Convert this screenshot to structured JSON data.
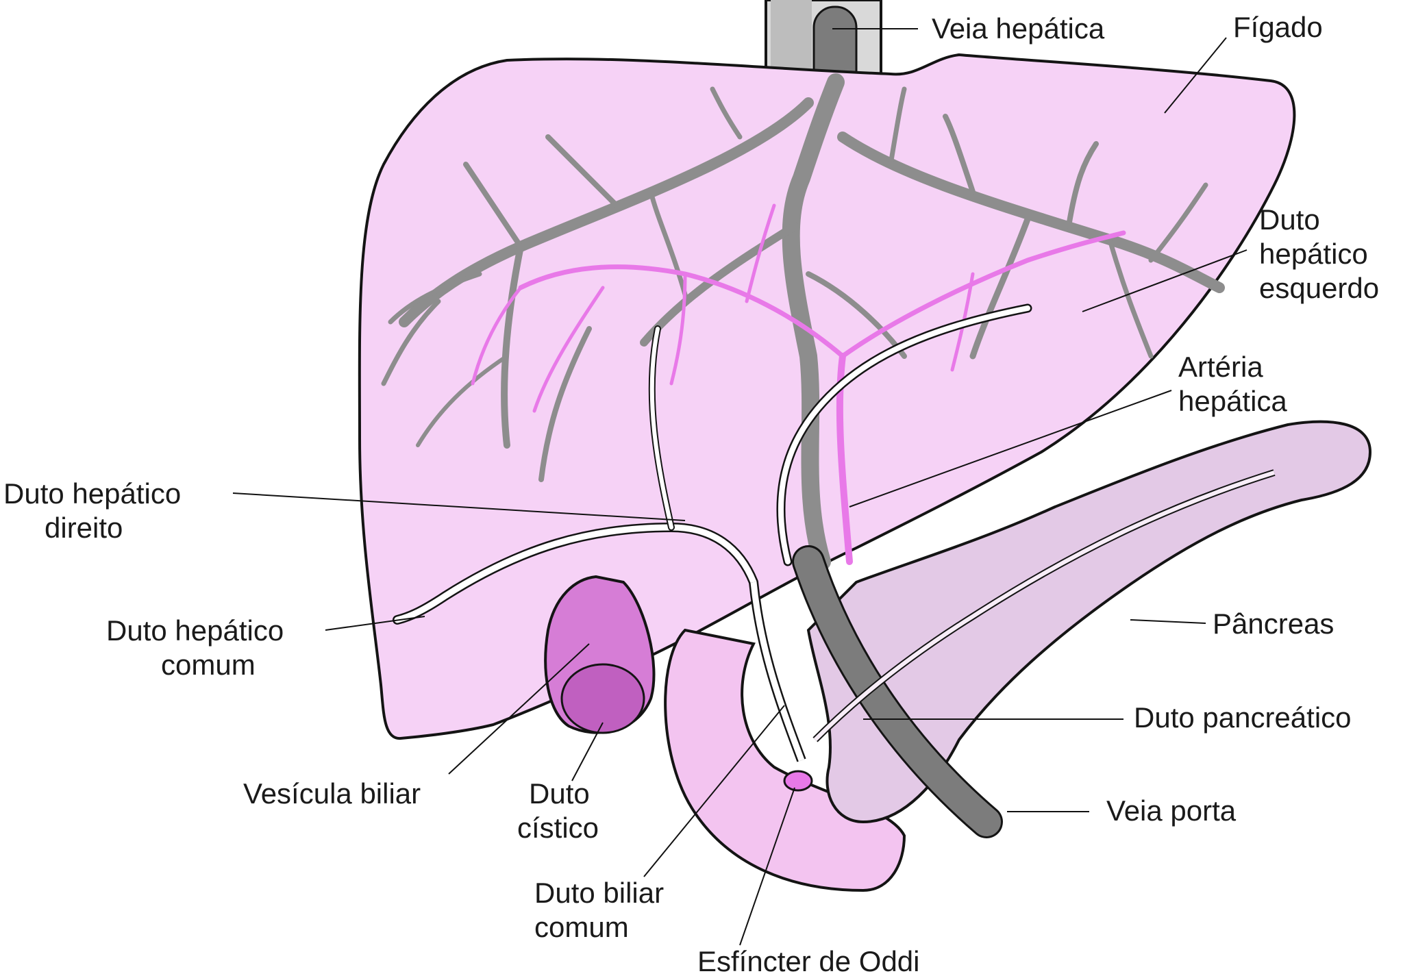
{
  "labels": {
    "veia_hepatica": "Veia hepática",
    "figado": "Fígado",
    "duto_hepatico_esquerdo": [
      "Duto",
      "hepático",
      "esquerdo"
    ],
    "arteria_hepatica": [
      "Artéria",
      "hepática"
    ],
    "duto_hepatico_direito": [
      "Duto hepático",
      "direito"
    ],
    "pancreas": "Pâncreas",
    "duto_hepatico_comum": [
      "Duto hepático",
      "comum"
    ],
    "duto_pancreatico": "Duto pancreático",
    "vesicula_biliar": "Vesícula biliar",
    "duto_cistico": [
      "Duto",
      "cístico"
    ],
    "veia_porta": "Veia porta",
    "duto_biliar_comum": [
      "Duto biliar",
      "comum"
    ],
    "esfincter_de_oddi": "Esfíncter de Oddi"
  },
  "colors": {
    "liver": "#f6d2f6",
    "pancreas": "#e3c9e6",
    "gallbladder": "#d67dd6",
    "duodenum": "#f3c4f0",
    "vein": "#8d8d8d",
    "artery": "#e879e8",
    "duct": "#ffffff"
  }
}
